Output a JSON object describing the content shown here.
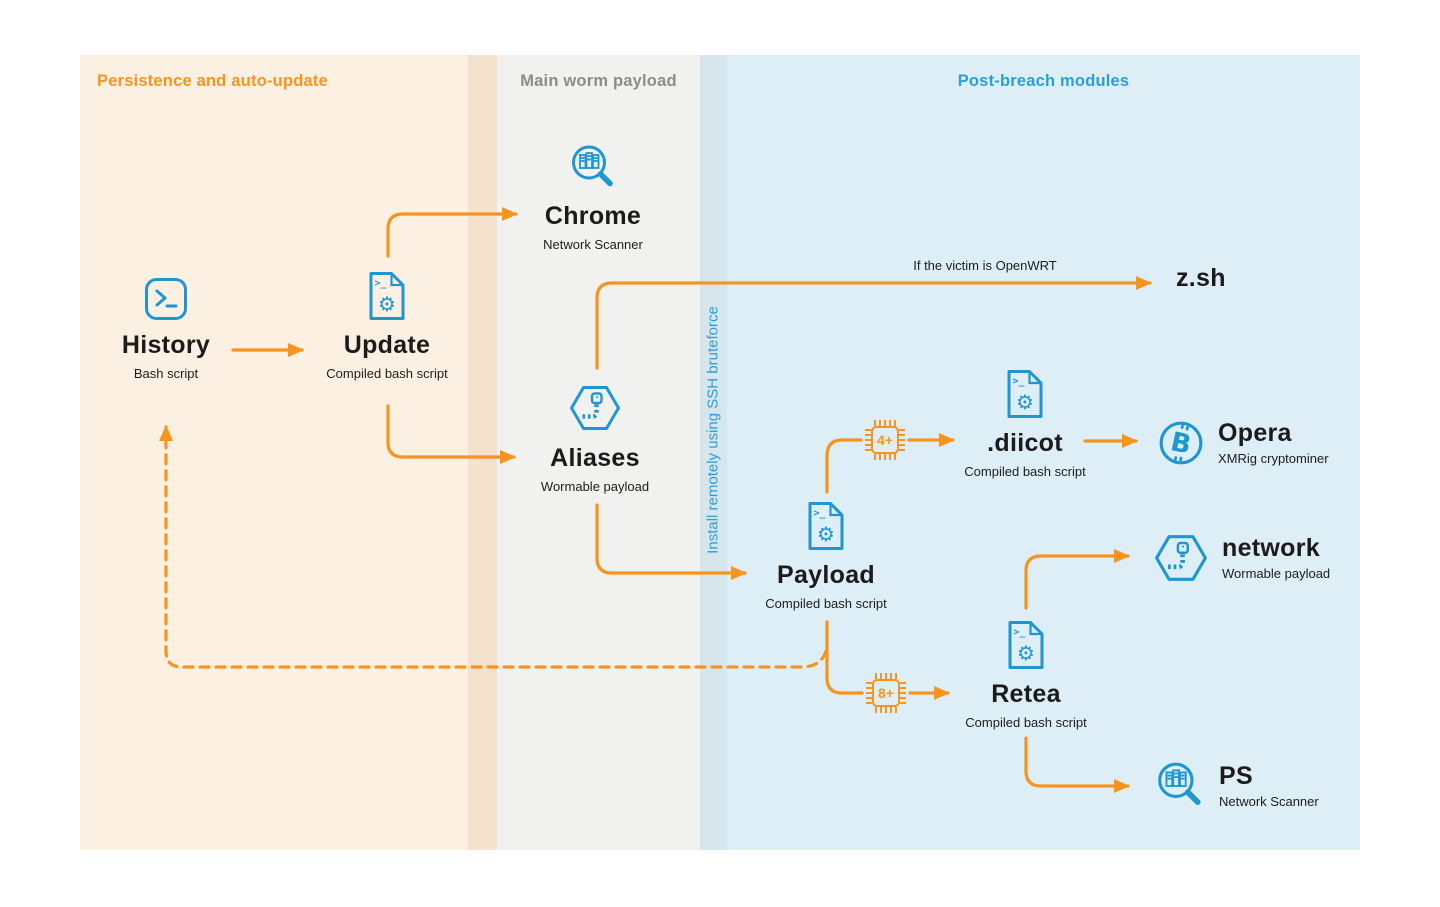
{
  "diagram": {
    "columns": {
      "persistence": {
        "label": "Persistence and auto-update"
      },
      "worm": {
        "label": "Main worm payload"
      },
      "postbreach": {
        "label": "Post-breach modules"
      }
    },
    "ssh_band_label": "Install remotely using SSH bruteforce",
    "nodes": {
      "history": {
        "label": "History",
        "sublabel": "Bash script"
      },
      "update": {
        "label": "Update",
        "sublabel": "Compiled bash script"
      },
      "chrome": {
        "label": "Chrome",
        "sublabel": "Network Scanner"
      },
      "aliases": {
        "label": "Aliases",
        "sublabel": "Wormable payload"
      },
      "zsh": {
        "label": "z.sh"
      },
      "payload": {
        "label": "Payload",
        "sublabel": "Compiled bash script"
      },
      "diicot": {
        "label": ".diicot",
        "sublabel": "Compiled bash script"
      },
      "opera": {
        "label": "Opera",
        "sublabel": "XMRig cryptominer"
      },
      "network": {
        "label": "network",
        "sublabel": "Wormable payload"
      },
      "retea": {
        "label": "Retea",
        "sublabel": "Compiled bash script"
      },
      "ps": {
        "label": "PS",
        "sublabel": "Network Scanner"
      }
    },
    "edge_labels": {
      "openwrt_condition": "If the victim is OpenWRT",
      "cpu_min_4": "4+",
      "cpu_min_8": "8+"
    },
    "colors": {
      "accent_orange": "#F7941E",
      "icon_blue": "#1E96D2",
      "header_gray": "#8C8C8C",
      "header_blue": "#2B9FD8"
    }
  }
}
